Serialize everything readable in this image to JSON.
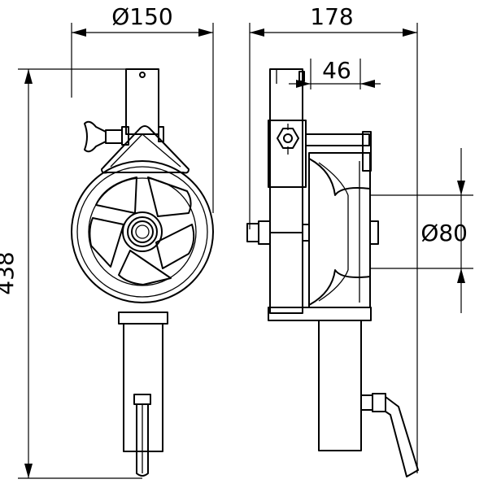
{
  "drawing": {
    "dimensions": {
      "front_width": "Ø150",
      "side_width": "178",
      "hub_offset": "46",
      "sheave_diameter": "Ø80",
      "total_height": "438"
    }
  }
}
